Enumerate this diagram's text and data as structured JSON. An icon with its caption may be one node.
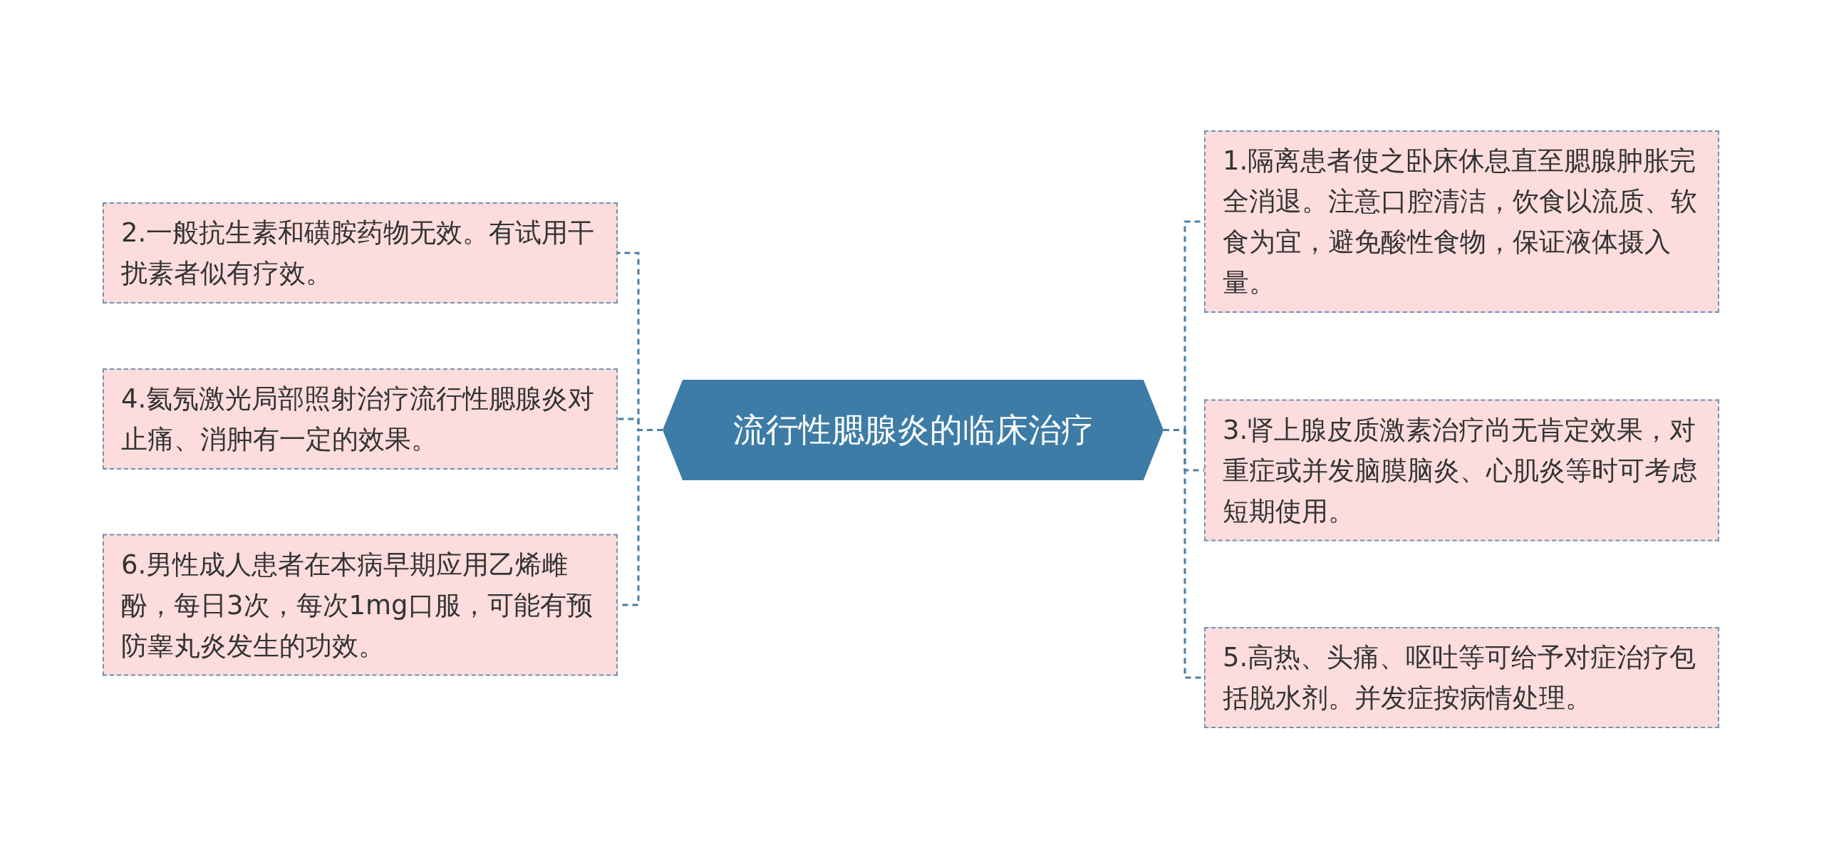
{
  "diagram": {
    "nodes": [
      {
        "text": [
          "流行性腮腺炎的临床治疗"
        ]
      },
      {
        "text": [
          "1.隔离患者使之卧床休息直至腮腺肿胀完全消退。注意口腔清洁，饮食以流质、软食为宜，避免酸性食物，保证液体摄入量。"
        ]
      },
      {
        "text": [
          "2.一般抗生素和磺胺药物无效。有试用干扰素者似有疗效。"
        ]
      },
      {
        "text": [
          "3.肾上腺皮质激素治疗尚无肯定效果，对重症或并发脑膜脑炎、心肌炎等时可考虑短期使用。"
        ]
      },
      {
        "text": [
          "4.氦氖激光局部照射治疗流行性腮腺炎对止痛、消肿有一定的效果。"
        ]
      },
      {
        "text": [
          "5.高热、头痛、呕吐等可给予对症治疗包括脱水剂。并发症按病情处理。"
        ]
      },
      {
        "text": [
          "6.男性成人患者在本病早期应用乙烯雌酚，每日3次，每次1mg口服，可能有预防睾丸炎发生的功效。"
        ]
      }
    ],
    "edges": [
      {
        "from": 0,
        "to": 1,
        "arrow": "none",
        "style": "dashed"
      },
      {
        "from": 0,
        "to": 2,
        "arrow": "none",
        "style": "dashed"
      },
      {
        "from": 0,
        "to": 3,
        "arrow": "none",
        "style": "dashed"
      },
      {
        "from": 0,
        "to": 4,
        "arrow": "none",
        "style": "dashed"
      },
      {
        "from": 0,
        "to": 5,
        "arrow": "none",
        "style": "dashed"
      },
      {
        "from": 0,
        "to": 6,
        "arrow": "none",
        "style": "dashed"
      }
    ]
  }
}
